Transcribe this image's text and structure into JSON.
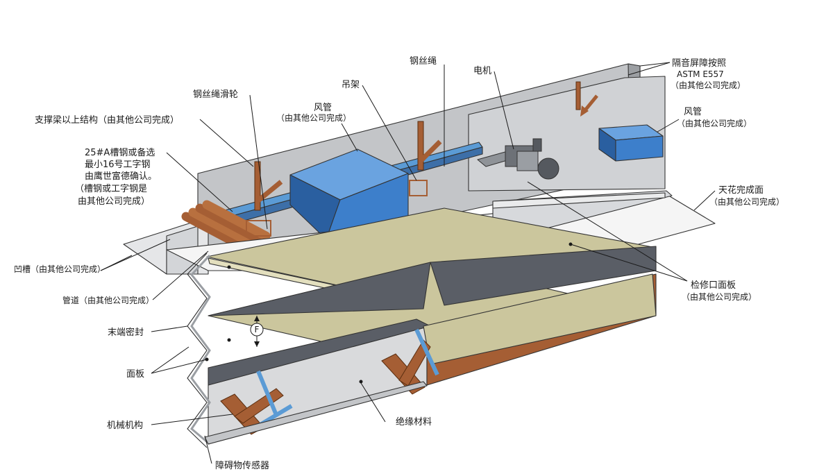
{
  "labels": {
    "support_beam": "支撑梁以上结构（由其他公司完成）",
    "channel_steel_1": "25#A槽钢或备选",
    "channel_steel_2": "最小16号工字钢",
    "channel_steel_3": "由鹰世富德确认。",
    "channel_steel_4": "（槽钢或工字钢是",
    "channel_steel_5": "由其他公司完成）",
    "sheave": "钢丝绳滑轮",
    "duct_left": "风管",
    "duct_left_sub": "（由其他公司完成）",
    "hanger": "吊架",
    "wire_rope": "钢丝绳",
    "motor": "电机",
    "barrier_1": "隔音屏障按照",
    "barrier_2": "ASTM E557",
    "barrier_3": "（由其他公司完成）",
    "duct_right": "风管",
    "duct_right_sub": "（由其他公司完成）",
    "ceiling": "天花完成面",
    "ceiling_sub": "（由其他公司完成）",
    "channel_groove": "凹槽（由其他公司完成）",
    "pipe": "管道（由其他公司完成）",
    "access_panel": "检修口面板",
    "access_panel_sub": "（由其他公司完成）",
    "end_seal": "末端密封",
    "f_marker": "F",
    "panel": "面板",
    "mechanism": "机械机构",
    "insulation": "绝缘材料",
    "obstacle_sensor": "障碍物传感器"
  },
  "colors": {
    "duct": "#3d7fcb",
    "duct_dark": "#2a5fa0",
    "steel_gray": "#c7c9cc",
    "panel_face": "#cbc69d",
    "panel_underside": "#5a5e66",
    "copper": "#a55e34",
    "blue_brace": "#5b9bd5",
    "white_panel": "#f2f2f2"
  }
}
